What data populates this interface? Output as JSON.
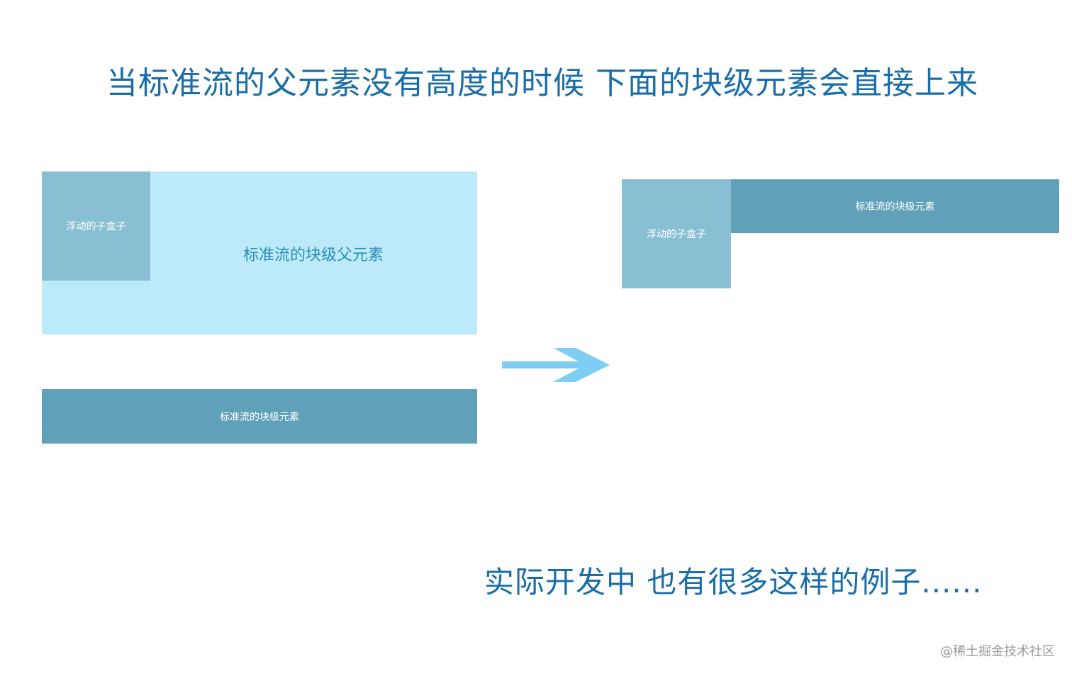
{
  "title": "当标准流的父元素没有高度的时候 下面的块级元素会直接上来",
  "before": {
    "parent_label": "标准流的块级父元素",
    "float_label": "浮动的子盒子",
    "block_label": "标准流的块级元素"
  },
  "after": {
    "float_label": "浮动的子盒子",
    "block_label": "标准流的块级元素"
  },
  "arrow": {
    "icon": "arrow-right-icon",
    "color": "#7fcdf3"
  },
  "note": "实际开发中 也有很多这样的例子......",
  "watermark": "@稀土掘金技术社区",
  "colors": {
    "title": "#1a6ea8",
    "parent_bg": "#bdeafb",
    "parent_text": "#2a8fb2",
    "float_bg": "#89bfd3",
    "block_bg": "#61a0b9"
  }
}
